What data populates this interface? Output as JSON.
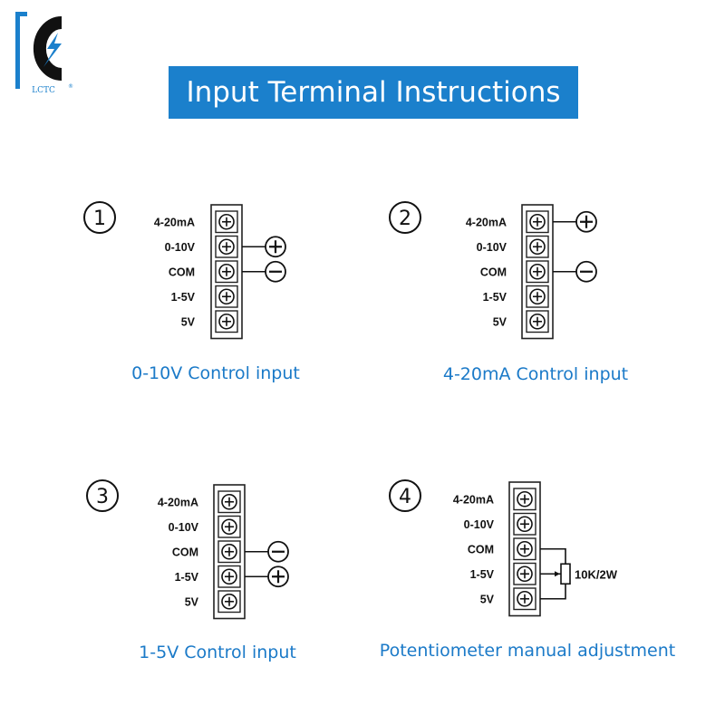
{
  "logo": {
    "text": "LCTC",
    "mark": "®",
    "colors": {
      "blue": "#1b80cc",
      "dark": "#111111"
    }
  },
  "title": "Input Terminal Instructions",
  "colors": {
    "banner": "#1b80cc",
    "caption": "#1b7ac8"
  },
  "terminal_labels": [
    "4-20mA",
    "0-10V",
    "COM",
    "1-5V",
    "5V"
  ],
  "diagrams": [
    {
      "number": "1",
      "caption": "0-10V Control input",
      "connections": [
        {
          "terminal": "0-10V",
          "polarity": "+"
        },
        {
          "terminal": "COM",
          "polarity": "-"
        }
      ]
    },
    {
      "number": "2",
      "caption": "4-20mA Control input",
      "connections": [
        {
          "terminal": "4-20mA",
          "polarity": "+"
        },
        {
          "terminal": "COM",
          "polarity": "-"
        }
      ]
    },
    {
      "number": "3",
      "caption": "1-5V Control input",
      "connections": [
        {
          "terminal": "COM",
          "polarity": "-"
        },
        {
          "terminal": "1-5V",
          "polarity": "+"
        }
      ]
    },
    {
      "number": "4",
      "caption": "Potentiometer manual adjustment",
      "potentiometer": {
        "label": "10K/2W",
        "terminals": [
          "COM",
          "1-5V",
          "5V"
        ]
      }
    }
  ]
}
